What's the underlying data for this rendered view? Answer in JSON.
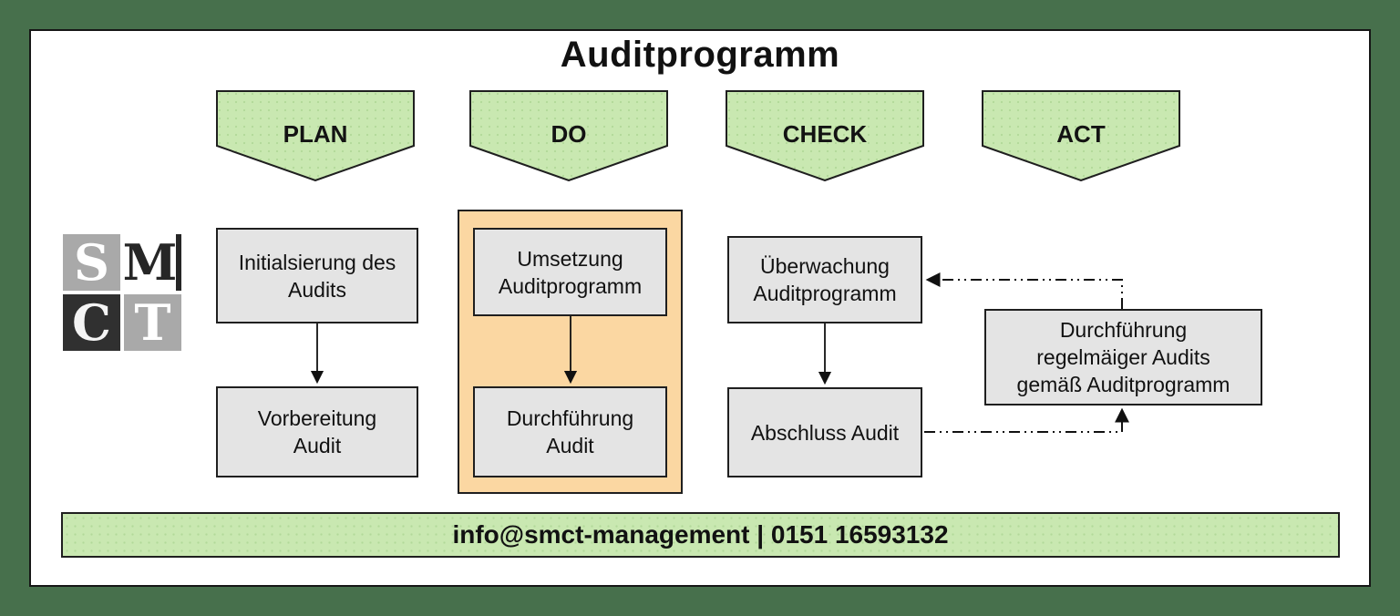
{
  "title": "Auditprogramm",
  "colors": {
    "canvas_green": "#47704c",
    "phase_green": "#c9e8b1",
    "highlight_orange": "#fbd7a2",
    "box_gray": "#e4e4e4",
    "line_black": "#111111"
  },
  "phases": [
    {
      "label": "PLAN"
    },
    {
      "label": "DO"
    },
    {
      "label": "CHECK"
    },
    {
      "label": "ACT"
    }
  ],
  "logo": {
    "tiles": [
      {
        "letter": "S"
      },
      {
        "letter": "M"
      },
      {
        "letter": "C"
      },
      {
        "letter": "T"
      }
    ]
  },
  "steps": {
    "plan_step_1": "Initialsierung des\nAudits",
    "plan_step_2": "Vorbereitung\nAudit",
    "do_step_1": "Umsetzung\nAuditprogramm",
    "do_step_2": "Durchführung\nAudit",
    "check_step_1": "Überwachung\nAuditprogramm",
    "check_step_2": "Abschluss Audit",
    "act_step_1": "Durchführung\nregelmäiger Audits\ngemäß Auditprogramm"
  },
  "footer": {
    "contact": "info@smct-management | 0151 16593132"
  }
}
